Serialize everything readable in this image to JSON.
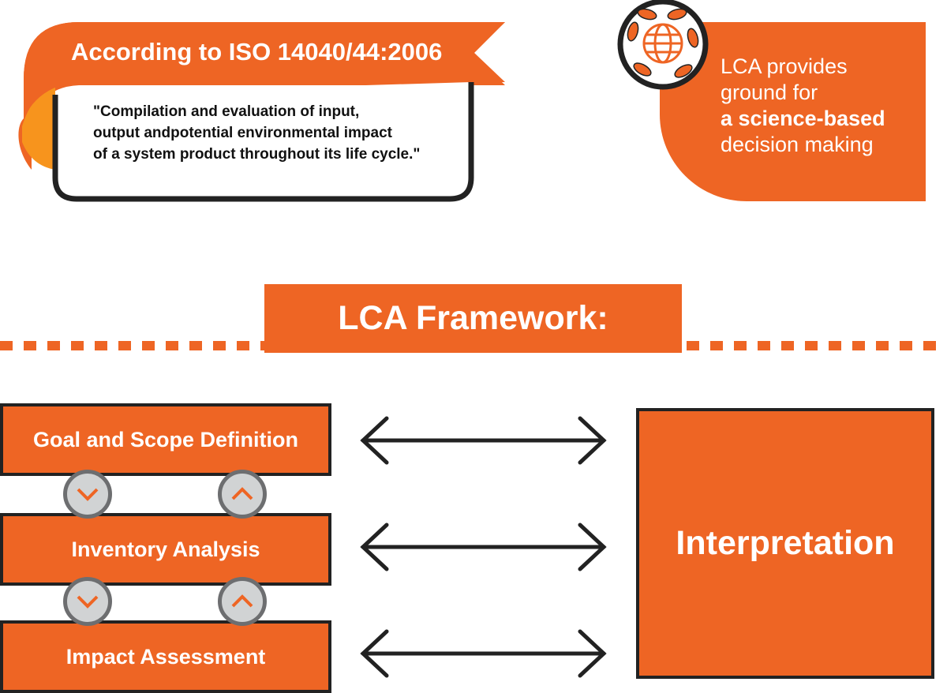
{
  "definition": {
    "ribbon_title": "According to ISO 14040/44:2006",
    "quote_lines": [
      "\"Compilation and evaluation of input,",
      "output andpotential environmental impact",
      "of a system product throughout its life cycle.\""
    ]
  },
  "lca_card": {
    "line1": "LCA provides",
    "line2": "ground for",
    "line3_bold": "a science-based",
    "line4": "decision making",
    "icon": "globe-with-leaves-icon"
  },
  "framework": {
    "title": "LCA Framework:",
    "steps": [
      "Goal and Scope Definition",
      "Inventory Analysis",
      "Impact Assessment"
    ],
    "interpretation": "Interpretation"
  },
  "colors": {
    "accent": "#ee6524",
    "accent_light": "#f7941d",
    "outline": "#222222",
    "chevron_bg": "#d1d3d4"
  }
}
